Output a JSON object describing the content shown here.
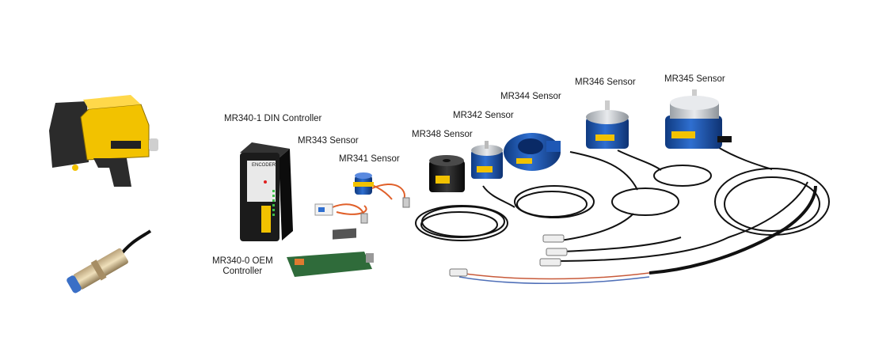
{
  "labels": {
    "din_controller": "MR340-1 DIN Controller",
    "oem_controller_line1": "MR340-0 OEM",
    "oem_controller_line2": "Controller",
    "mr343": "MR343 Sensor",
    "mr341": "MR341 Sensor",
    "mr348": "MR348 Sensor",
    "mr342": "MR342 Sensor",
    "mr344": "MR344 Sensor",
    "mr346": "MR346 Sensor",
    "mr345": "MR345 Sensor"
  },
  "colors": {
    "encoder_blue": "#1c4fa0",
    "controller_black": "#1b1b1b",
    "scanner_yellow": "#f2c200",
    "cable_orange": "#e0602a",
    "aluminum": "#c9ccd1",
    "pcb_green": "#2f6b3a"
  },
  "product_text": {
    "din_controller_header": "ENCODER"
  }
}
